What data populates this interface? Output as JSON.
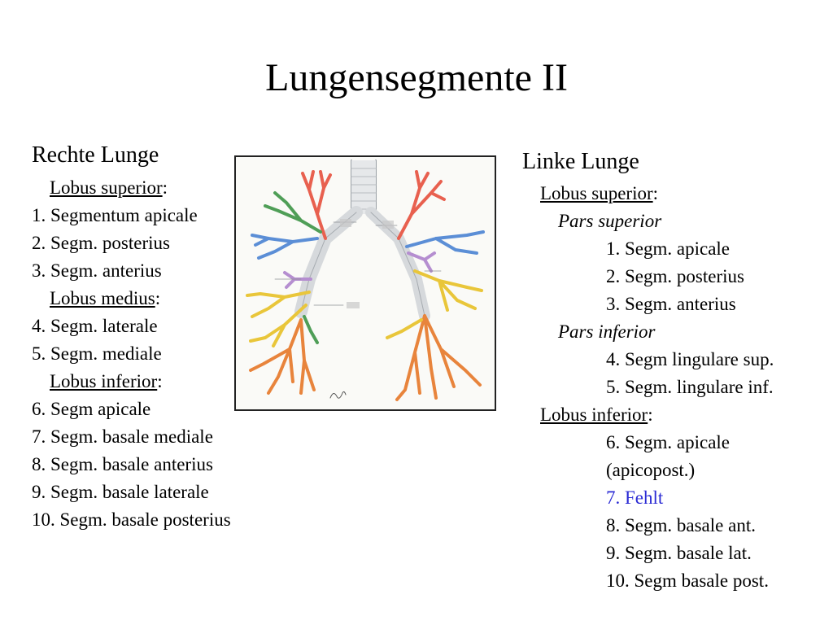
{
  "title": "Lungensegmente II",
  "right_lung": {
    "heading": "Rechte Lunge",
    "lobes": [
      {
        "name": "Lobus superior",
        "suffix": ":",
        "segments": [
          "1. Segmentum apicale",
          "2. Segm. posterius",
          "3. Segm. anterius"
        ]
      },
      {
        "name": "Lobus medius",
        "suffix": ":",
        "segments": [
          "4. Segm. laterale",
          "5. Segm. mediale"
        ]
      },
      {
        "name": "Lobus inferior",
        "suffix": ":",
        "segments": [
          "6. Segm apicale",
          "7. Segm. basale mediale",
          "8. Segm. basale anterius",
          "9. Segm. basale laterale",
          "10. Segm. basale posterius"
        ]
      }
    ]
  },
  "left_lung": {
    "heading": "Linke Lunge",
    "upper_lobe": {
      "name": "Lobus superior",
      "suffix": ":",
      "parts": [
        {
          "name": "Pars superior",
          "segments": [
            "1. Segm. apicale",
            "2. Segm. posterius",
            "3. Segm. anterius"
          ]
        },
        {
          "name": "Pars inferior",
          "segments": [
            "4. Segm lingulare sup.",
            "5. Segm. lingulare inf."
          ]
        }
      ]
    },
    "lower_lobe": {
      "name": "Lobus inferior",
      "suffix": ":",
      "segments": [
        "6. Segm. apicale",
        "(apicopost.)",
        "7. Fehlt",
        "8. Segm. basale ant.",
        "9. Segm. basale lat.",
        "10. Segm basale post."
      ]
    }
  },
  "figure": {
    "icon": "bronchial-tree-illustration"
  },
  "colors": {
    "highlight": "#2b2bd4",
    "border": "#222222"
  }
}
